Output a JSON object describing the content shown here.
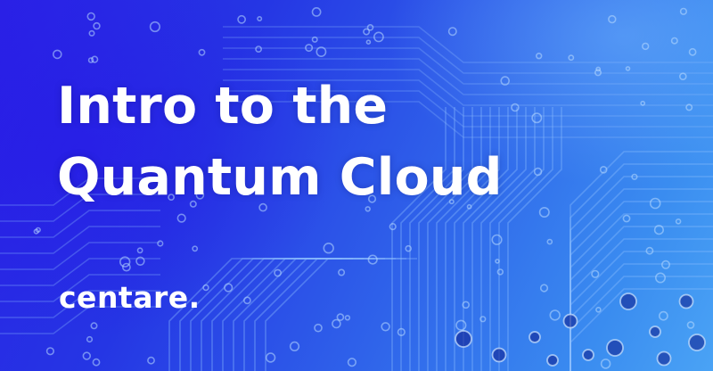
{
  "headline": {
    "line1": "Intro to the",
    "line2": "Quantum Cloud"
  },
  "brand": {
    "name": "centare"
  },
  "colors": {
    "background_left": "#2a21e6",
    "background_right": "#4aa3f5",
    "circuit_lines": "#7fb2ff",
    "text": "#ffffff"
  },
  "background_image": "circuit-board"
}
